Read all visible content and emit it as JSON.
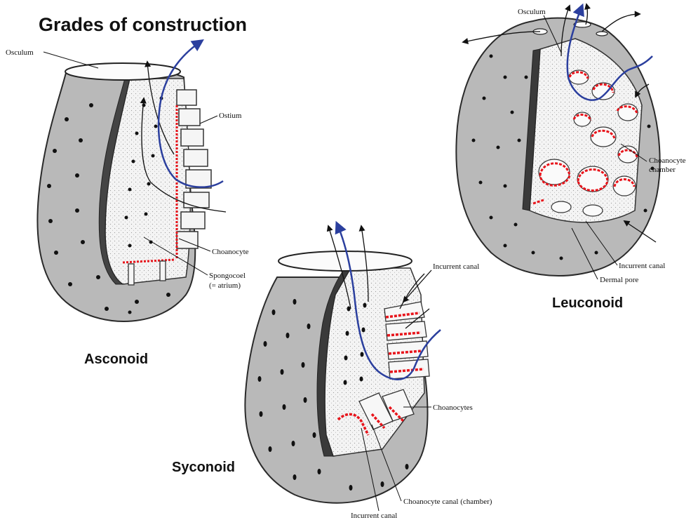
{
  "title": "Grades of construction",
  "colors": {
    "body": "#b9b9b9",
    "body_stroke": "#2a2a2a",
    "interior": "#f1f1f1",
    "choanocyte": "#e8141b",
    "flow_arrow": "#2b3f9e",
    "pore": "#111111"
  },
  "asconoid": {
    "name": "Asconoid",
    "labels": {
      "osculum": "Osculum",
      "ostium": "Ostium",
      "choanocyte": "Choanocyte",
      "spongocoel": "Spongocoel",
      "spongocoel_note": "(= atrium)"
    }
  },
  "syconoid": {
    "name": "Syconoid",
    "labels": {
      "incurrent_canal_top": "Incurrent canal",
      "choanocytes": "Choanocytes",
      "choanocyte_canal": "Choanocyte canal (chamber)",
      "incurrent_canal_bottom": "Incurrent canal"
    }
  },
  "leuconoid": {
    "name": "Leuconoid",
    "labels": {
      "osculum": "Osculum",
      "choanocyte_chamber_1": "Choanocyte",
      "choanocyte_chamber_2": "chamber",
      "incurrent_canal": "Incurrent canal",
      "dermal_pore": "Dermal pore"
    }
  }
}
